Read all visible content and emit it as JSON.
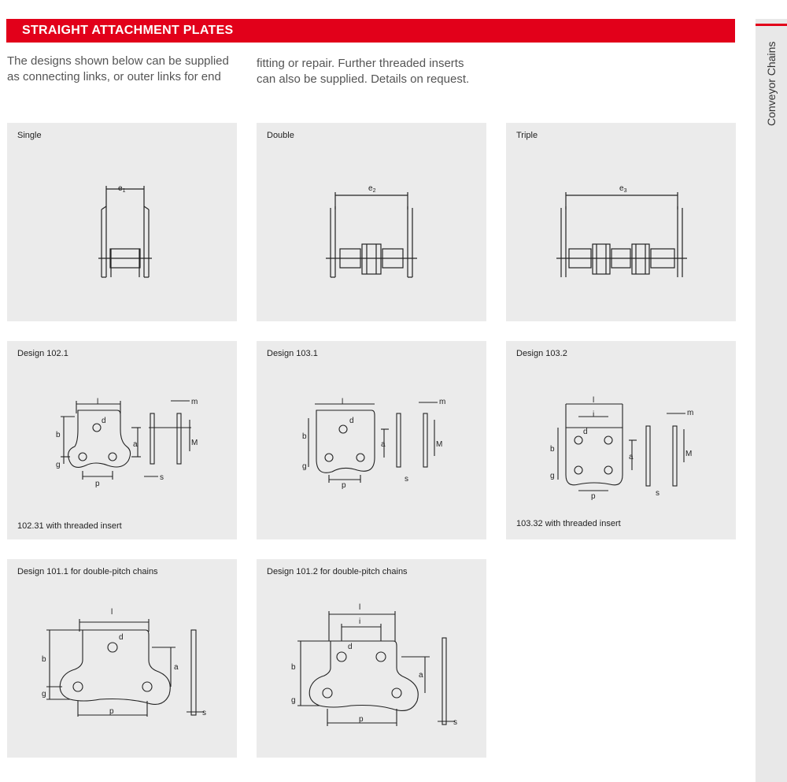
{
  "header": {
    "title": "STRAIGHT ATTACHMENT PLATES"
  },
  "intro": {
    "left": "The designs shown below can be supplied as connecting links, or outer links for end",
    "right": "fitting or repair. Further threaded inserts can also be supplied. Details on request."
  },
  "side_tab": {
    "label": "Conveyor Chains"
  },
  "colors": {
    "accent": "#e2001a",
    "panel": "#ebebeb",
    "tab": "#e8e8e8"
  },
  "panels": {
    "single": {
      "title": "Single",
      "dim": "e",
      "dim_sub": "1"
    },
    "double": {
      "title": "Double",
      "dim": "e",
      "dim_sub": "2"
    },
    "triple": {
      "title": "Triple",
      "dim": "e",
      "dim_sub": "3"
    },
    "d1021": {
      "title": "Design 102.1",
      "note": "102.31 with threaded insert"
    },
    "d1031": {
      "title": "Design 103.1"
    },
    "d1032": {
      "title": "Design 103.2",
      "note": "103.32 with threaded insert"
    },
    "d1011": {
      "title": "Design 101.1 for double-pitch chains"
    },
    "d1012": {
      "title": "Design 101.2 for double-pitch chains"
    }
  },
  "dims": {
    "l": "l",
    "i": "i",
    "b": "b",
    "g": "g",
    "a": "a",
    "p": "p",
    "d": "d",
    "s": "s",
    "m": "m",
    "M": "M"
  }
}
